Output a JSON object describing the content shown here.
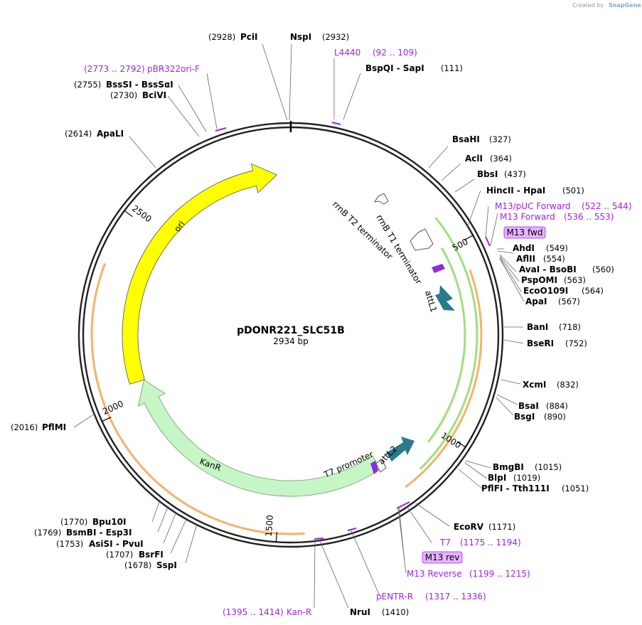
{
  "credit": {
    "created_by": "Created by",
    "brand": "SnapGene"
  },
  "plasmid": {
    "name": "pDONR221_SLC51B",
    "size_label": "2934 bp",
    "length": 2934
  },
  "colors": {
    "ori": "#ffff00",
    "kanr": "#c6f5c6",
    "kanr_stroke": "#6c9e6c",
    "orange": "#f6b26b",
    "green": "#9fe07a",
    "teal": "#2a7a8c",
    "primer": "#a020f0",
    "primer_box": "#e6b3ff"
  },
  "ticks": [
    {
      "bp": 500,
      "label": "500"
    },
    {
      "bp": 1000,
      "label": "1000"
    },
    {
      "bp": 1500,
      "label": "1500"
    },
    {
      "bp": 2000,
      "label": "2000"
    },
    {
      "bp": 2500,
      "label": "2500"
    }
  ],
  "sites": [
    {
      "name": "PciI",
      "pos": "(2928)",
      "side": "left"
    },
    {
      "name": "NspI",
      "pos": "(2932)",
      "side": "right"
    },
    {
      "name": "BspQI - SapI",
      "pos": "(111)",
      "side": "right"
    },
    {
      "name": "BsaHI",
      "pos": "(327)",
      "side": "right"
    },
    {
      "name": "AclI",
      "pos": "(364)",
      "side": "right"
    },
    {
      "name": "BbsI",
      "pos": "(437)",
      "side": "right"
    },
    {
      "name": "HincII - HpaI",
      "pos": "(501)",
      "side": "right"
    },
    {
      "name": "AhdI",
      "pos": "(549)",
      "side": "right"
    },
    {
      "name": "AflII",
      "pos": "(554)",
      "side": "right"
    },
    {
      "name": "AvaI - BsoBI",
      "pos": "(560)",
      "side": "right"
    },
    {
      "name": "PspOMI",
      "pos": "(563)",
      "side": "right"
    },
    {
      "name": "EcoO109I",
      "pos": "(564)",
      "side": "right"
    },
    {
      "name": "ApaI",
      "pos": "(567)",
      "side": "right"
    },
    {
      "name": "BanI",
      "pos": "(718)",
      "side": "right"
    },
    {
      "name": "BseRI",
      "pos": "(752)",
      "side": "right"
    },
    {
      "name": "XcmI",
      "pos": "(832)",
      "side": "right"
    },
    {
      "name": "BsaI",
      "pos": "(884)",
      "side": "right"
    },
    {
      "name": "BsgI",
      "pos": "(890)",
      "side": "right"
    },
    {
      "name": "BmgBI",
      "pos": "(1015)",
      "side": "right"
    },
    {
      "name": "BlpI",
      "pos": "(1019)",
      "side": "right"
    },
    {
      "name": "PflFI - Tth111I",
      "pos": "(1051)",
      "side": "right"
    },
    {
      "name": "EcoRV",
      "pos": "(1171)",
      "side": "right"
    },
    {
      "name": "NruI",
      "pos": "(1410)",
      "side": "right"
    },
    {
      "name": "SspI",
      "pos": "(1678)",
      "side": "left"
    },
    {
      "name": "BsrFI",
      "pos": "(1707)",
      "side": "left"
    },
    {
      "name": "AsiSI - PvuI",
      "pos": "(1753)",
      "side": "left"
    },
    {
      "name": "BsmBI - Esp3I",
      "pos": "(1769)",
      "side": "left"
    },
    {
      "name": "Bpu10I",
      "pos": "(1770)",
      "side": "left"
    },
    {
      "name": "PflMI",
      "pos": "(2016)",
      "side": "left"
    },
    {
      "name": "ApaLI",
      "pos": "(2614)",
      "side": "left"
    },
    {
      "name": "BciVI",
      "pos": "(2730)",
      "side": "left"
    },
    {
      "name": "BssSI - BssSαI",
      "pos": "(2755)",
      "side": "left"
    }
  ],
  "primers": [
    {
      "name": "L4440",
      "range": "(92 .. 109)"
    },
    {
      "name": "pBR322ori-F",
      "range": "(2773 .. 2792)"
    },
    {
      "name": "M13/pUC Forward",
      "range": "(522 .. 544)"
    },
    {
      "name": "M13 Forward",
      "range": "(536 .. 553)"
    },
    {
      "name": "T7",
      "range": "(1175 .. 1194)"
    },
    {
      "name": "M13 Reverse",
      "range": "(1199 .. 1215)"
    },
    {
      "name": "pENTR-R",
      "range": "(1317 .. 1336)"
    },
    {
      "name": "Kan-R",
      "range": "(1395 .. 1414)"
    }
  ],
  "primer_boxes": {
    "fwd": "M13 fwd",
    "rev": "M13 rev"
  },
  "features": {
    "ori": "ori",
    "kanr": "KanR",
    "attl1": "attL1",
    "attl2": "attL2",
    "rrnb_t1": "rrnB T1 terminator",
    "rrnb_t2": "rrnB T2 terminator",
    "t7_promoter": "T7 promoter"
  }
}
